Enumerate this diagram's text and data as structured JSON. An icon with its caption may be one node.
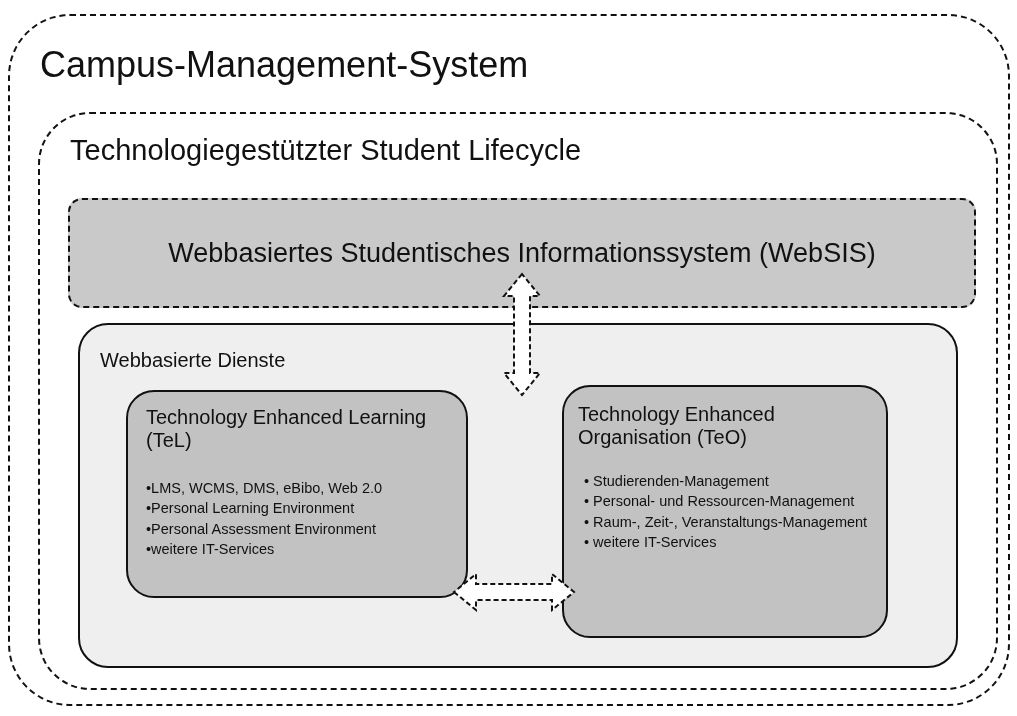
{
  "diagram": {
    "nodes": [
      {
        "text": [
          "Campus-Management-System"
        ]
      },
      {
        "text": [
          "Technologiegestützter Student Lifecycle"
        ],
        "in": 0
      },
      {
        "text": [
          "Webbasiertes Studentisches Informationssystem (WebSIS)"
        ],
        "in": 1
      },
      {
        "text": [
          "Webbasierte Dienste"
        ],
        "in": 1
      },
      {
        "text": [
          "Technology Enhanced Learning (TeL)",
          "•LMS, WCMS, DMS, eBibo, Web 2.0",
          "•Personal Learning Environment",
          "•Personal Assessment Environment",
          "•weitere IT-Services"
        ],
        "in": 3
      },
      {
        "text": [
          "Technology Enhanced Organisation (TeO)",
          "• Studierenden-Management",
          "• Personal- und Ressourcen-Management",
          "• Raum-, Zeit-, Veranstaltungs-Management",
          "• weitere IT-Services"
        ],
        "in": 3
      }
    ],
    "edges": [
      {
        "from": 2,
        "to": 3,
        "arrow": "both",
        "style": "dashed"
      },
      {
        "from": 4,
        "to": 5,
        "arrow": "both",
        "style": "dashed"
      }
    ]
  }
}
